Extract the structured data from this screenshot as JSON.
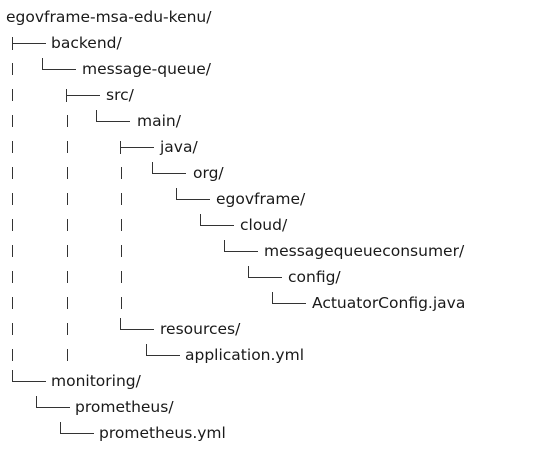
{
  "tree": {
    "root": "egovframe-msa-edu-kenu/",
    "nodes": [
      {
        "label": "backend/",
        "type": "folder"
      },
      {
        "label": "message-queue/",
        "type": "folder"
      },
      {
        "label": "src/",
        "type": "folder"
      },
      {
        "label": "main/",
        "type": "folder"
      },
      {
        "label": "java/",
        "type": "folder"
      },
      {
        "label": "org/",
        "type": "folder"
      },
      {
        "label": "egovframe/",
        "type": "folder"
      },
      {
        "label": "cloud/",
        "type": "folder"
      },
      {
        "label": "messagequeueconsumer/",
        "type": "folder"
      },
      {
        "label": "config/",
        "type": "folder"
      },
      {
        "label": "ActuatorConfig.java",
        "type": "file"
      },
      {
        "label": "resources/",
        "type": "folder"
      },
      {
        "label": "application.yml",
        "type": "file"
      },
      {
        "label": "monitoring/",
        "type": "folder"
      },
      {
        "label": "prometheus/",
        "type": "folder"
      },
      {
        "label": "prometheus.yml",
        "type": "file"
      }
    ]
  }
}
